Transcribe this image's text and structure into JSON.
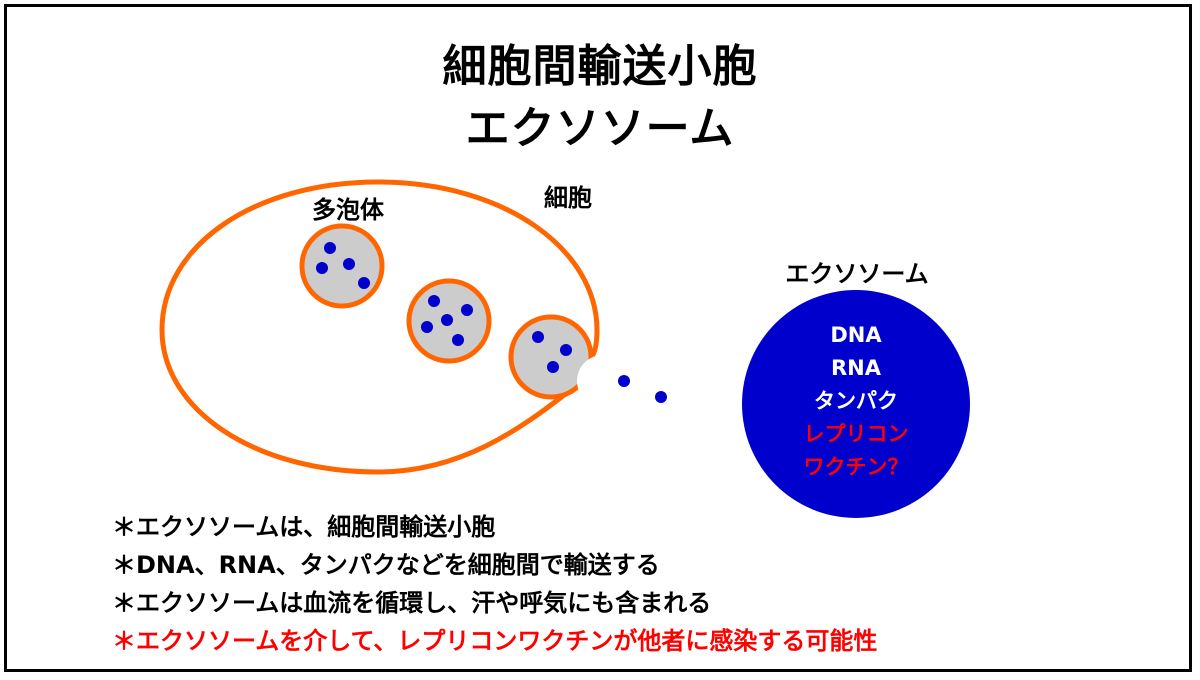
{
  "title": {
    "line1": "細胞間輸送小胞",
    "line2": "エクソソーム"
  },
  "diagram": {
    "cell_label": "細胞",
    "mvb_label": "多泡体",
    "exosome_label": "エクソソーム",
    "exosome_contents": [
      {
        "text": "DNA",
        "color": "#ffffff"
      },
      {
        "text": "RNA",
        "color": "#ffffff"
      },
      {
        "text": "タンパク",
        "color": "#ffffff"
      },
      {
        "text": "レプリコン",
        "color": "#ff0000"
      },
      {
        "text": "ワクチン？",
        "color": "#ff0000"
      }
    ],
    "colors": {
      "membrane": "#ff6600",
      "vesicle_fill": "#cccccc",
      "cargo_dot": "#0000cc",
      "exosome_fill": "#0000cc"
    }
  },
  "bullets": [
    {
      "star": "＊",
      "text": "エクソソームは、細胞間輸送小胞",
      "color": "#000000"
    },
    {
      "star": "＊",
      "text": "DNA、RNA、タンパクなどを細胞間で輸送する",
      "color": "#000000"
    },
    {
      "star": "＊",
      "text": "エクソソームは血流を循環し、汗や呼気にも含まれる",
      "color": "#000000"
    },
    {
      "star": "＊",
      "text": "エクソソームを介して、レプリコンワクチンが他者に感染する可能性",
      "color": "#ff0000"
    }
  ]
}
